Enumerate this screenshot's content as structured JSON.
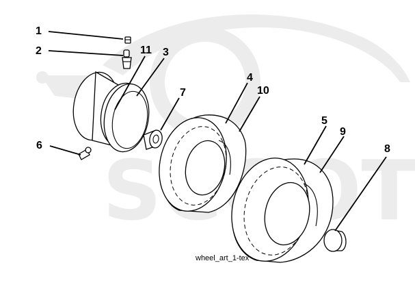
{
  "caption": "wheel_art_1-tex",
  "callouts": {
    "c1": "1",
    "c2": "2",
    "c3": "3",
    "c4": "4",
    "c5": "5",
    "c6": "6",
    "c7": "7",
    "c8": "8",
    "c9": "9",
    "c10": "10",
    "c11": "11"
  },
  "watermark": {
    "text": "SCOOTER",
    "color": "#ececec"
  }
}
